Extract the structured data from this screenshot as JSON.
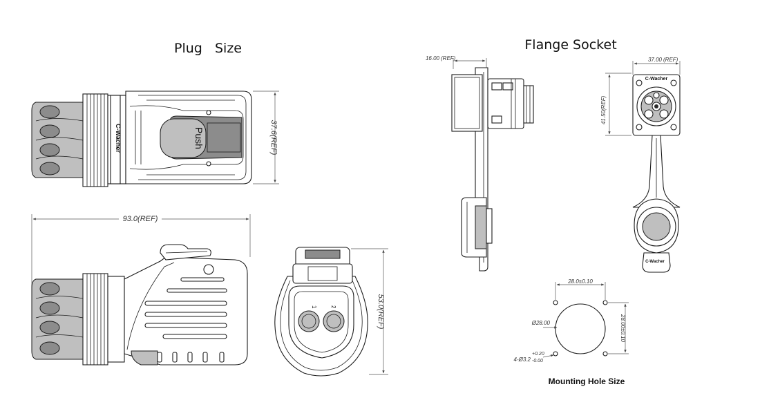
{
  "titles": {
    "plug": "Plug   Size",
    "socket": "Flange  Socket",
    "mounting": "Mounting Hole Size"
  },
  "brand": "C-Wacher",
  "push_label": "Push",
  "dimensions": {
    "plug_height": "37.6(REF)",
    "plug_length": "93.0(REF)",
    "plug_front_height": "53.0(REF)",
    "socket_depth": "16.00",
    "socket_depth_ref": "(REF)",
    "socket_width": "37.00",
    "socket_width_ref": "(REF)",
    "socket_height": "41.50",
    "socket_height_ref": "(REF)",
    "hole_spacing_x": "28.0±0.10",
    "hole_spacing_y": "28.00±0.10",
    "center_hole": "Ø28.00",
    "screw_hole": "4-Ø3.2",
    "screw_hole_plus": "+0.20",
    "screw_hole_minus": "-0.00"
  },
  "pin_labels": [
    "1",
    "2"
  ]
}
